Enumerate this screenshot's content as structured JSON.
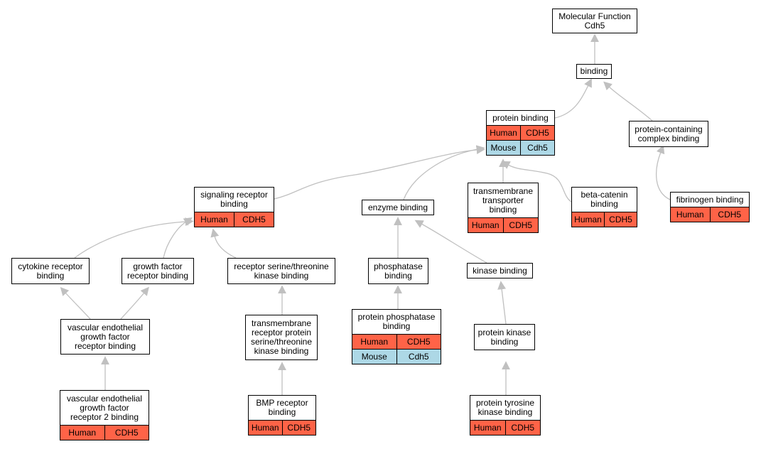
{
  "colors": {
    "human": "#ff6347",
    "mouse": "#add8e6",
    "edge": "#c0c0c0"
  },
  "nodes": [
    {
      "id": "mf",
      "label": "Molecular Function\nCdh5",
      "rows": []
    },
    {
      "id": "binding",
      "label": "binding",
      "rows": []
    },
    {
      "id": "protein_binding",
      "label": "protein binding",
      "rows": [
        {
          "species": "human",
          "organism": "Human",
          "gene": "CDH5"
        },
        {
          "species": "mouse",
          "organism": "Mouse",
          "gene": "Cdh5"
        }
      ]
    },
    {
      "id": "pc_complex",
      "label": "protein-containing\ncomplex binding",
      "rows": []
    },
    {
      "id": "fibrinogen",
      "label": "fibrinogen binding",
      "rows": [
        {
          "species": "human",
          "organism": "Human",
          "gene": "CDH5"
        }
      ]
    },
    {
      "id": "signaling",
      "label": "signaling receptor\nbinding",
      "rows": [
        {
          "species": "human",
          "organism": "Human",
          "gene": "CDH5"
        }
      ]
    },
    {
      "id": "enzyme",
      "label": "enzyme binding",
      "rows": []
    },
    {
      "id": "tm_transporter",
      "label": "transmembrane\ntransporter\nbinding",
      "rows": [
        {
          "species": "human",
          "organism": "Human",
          "gene": "CDH5"
        }
      ]
    },
    {
      "id": "beta_catenin",
      "label": "beta-catenin\nbinding",
      "rows": [
        {
          "species": "human",
          "organism": "Human",
          "gene": "CDH5"
        }
      ]
    },
    {
      "id": "cytokine",
      "label": "cytokine receptor\nbinding",
      "rows": []
    },
    {
      "id": "growth_factor",
      "label": "growth factor\nreceptor binding",
      "rows": []
    },
    {
      "id": "rst_kinase",
      "label": "receptor serine/threonine\nkinase binding",
      "rows": []
    },
    {
      "id": "phosphatase",
      "label": "phosphatase\nbinding",
      "rows": []
    },
    {
      "id": "kinase",
      "label": "kinase binding",
      "rows": []
    },
    {
      "id": "vegf",
      "label": "vascular endothelial\ngrowth factor\nreceptor binding",
      "rows": []
    },
    {
      "id": "tm_rst",
      "label": "transmembrane\nreceptor protein\nserine/threonine\nkinase binding",
      "rows": []
    },
    {
      "id": "protein_phosphatase",
      "label": "protein phosphatase\nbinding",
      "rows": [
        {
          "species": "human",
          "organism": "Human",
          "gene": "CDH5"
        },
        {
          "species": "mouse",
          "organism": "Mouse",
          "gene": "Cdh5"
        }
      ]
    },
    {
      "id": "protein_kinase",
      "label": "protein kinase\nbinding",
      "rows": []
    },
    {
      "id": "vegf2",
      "label": "vascular endothelial\ngrowth factor\nreceptor 2 binding",
      "rows": [
        {
          "species": "human",
          "organism": "Human",
          "gene": "CDH5"
        }
      ]
    },
    {
      "id": "bmp",
      "label": "BMP receptor\nbinding",
      "rows": [
        {
          "species": "human",
          "organism": "Human",
          "gene": "CDH5"
        }
      ]
    },
    {
      "id": "ptk",
      "label": "protein tyrosine\nkinase binding",
      "rows": [
        {
          "species": "human",
          "organism": "Human",
          "gene": "CDH5"
        }
      ]
    }
  ],
  "edges": [
    {
      "from": "binding",
      "to": "mf"
    },
    {
      "from": "protein_binding",
      "to": "binding"
    },
    {
      "from": "pc_complex",
      "to": "binding"
    },
    {
      "from": "fibrinogen",
      "to": "pc_complex"
    },
    {
      "from": "signaling",
      "to": "protein_binding"
    },
    {
      "from": "enzyme",
      "to": "protein_binding"
    },
    {
      "from": "tm_transporter",
      "to": "protein_binding"
    },
    {
      "from": "beta_catenin",
      "to": "protein_binding"
    },
    {
      "from": "cytokine",
      "to": "signaling"
    },
    {
      "from": "growth_factor",
      "to": "signaling"
    },
    {
      "from": "rst_kinase",
      "to": "signaling"
    },
    {
      "from": "phosphatase",
      "to": "enzyme"
    },
    {
      "from": "kinase",
      "to": "enzyme"
    },
    {
      "from": "vegf",
      "to": "cytokine"
    },
    {
      "from": "vegf",
      "to": "growth_factor"
    },
    {
      "from": "vegf2",
      "to": "vegf"
    },
    {
      "from": "tm_rst",
      "to": "rst_kinase"
    },
    {
      "from": "bmp",
      "to": "tm_rst"
    },
    {
      "from": "protein_phosphatase",
      "to": "phosphatase"
    },
    {
      "from": "protein_kinase",
      "to": "kinase"
    },
    {
      "from": "ptk",
      "to": "protein_kinase"
    }
  ]
}
